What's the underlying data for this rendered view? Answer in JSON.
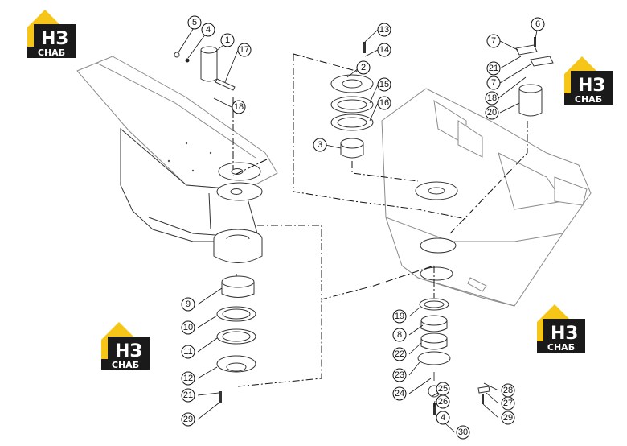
{
  "logo": {
    "mark": "НЗ",
    "subtitle": "СНАБ",
    "colors": {
      "roof": "#f5c518",
      "tile": "#1a1a1a",
      "text": "#ffffff"
    }
  },
  "callouts": [
    {
      "id": "c1",
      "label": "1"
    },
    {
      "id": "c2",
      "label": "2"
    },
    {
      "id": "c3",
      "label": "3"
    },
    {
      "id": "c4",
      "label": "4"
    },
    {
      "id": "c5",
      "label": "5"
    },
    {
      "id": "c6",
      "label": "6"
    },
    {
      "id": "c7a",
      "label": "7"
    },
    {
      "id": "c7b",
      "label": "7"
    },
    {
      "id": "c8",
      "label": "8"
    },
    {
      "id": "c9",
      "label": "9"
    },
    {
      "id": "c10",
      "label": "10"
    },
    {
      "id": "c11",
      "label": "11"
    },
    {
      "id": "c12",
      "label": "12"
    },
    {
      "id": "c13",
      "label": "13"
    },
    {
      "id": "c14",
      "label": "14"
    },
    {
      "id": "c15",
      "label": "15"
    },
    {
      "id": "c16",
      "label": "16"
    },
    {
      "id": "c17",
      "label": "17"
    },
    {
      "id": "c18a",
      "label": "18"
    },
    {
      "id": "c18b",
      "label": "18"
    },
    {
      "id": "c19",
      "label": "19"
    },
    {
      "id": "c20",
      "label": "20"
    },
    {
      "id": "c21a",
      "label": "21"
    },
    {
      "id": "c21b",
      "label": "21"
    },
    {
      "id": "c22",
      "label": "22"
    },
    {
      "id": "c23",
      "label": "23"
    },
    {
      "id": "c24",
      "label": "24"
    },
    {
      "id": "c25",
      "label": "25"
    },
    {
      "id": "c26",
      "label": "26"
    },
    {
      "id": "c4b",
      "label": "4"
    },
    {
      "id": "c27",
      "label": "27"
    },
    {
      "id": "c28",
      "label": "28"
    },
    {
      "id": "c29a",
      "label": "29"
    },
    {
      "id": "c29b",
      "label": "29"
    },
    {
      "id": "c30",
      "label": "30"
    }
  ]
}
